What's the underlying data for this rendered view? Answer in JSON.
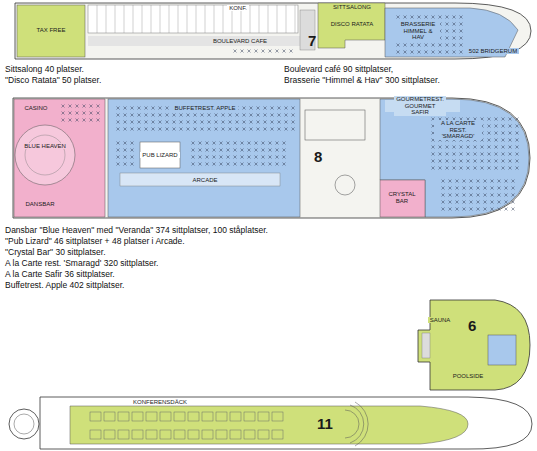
{
  "diagram": {
    "nodes": [
      {
        "text": [
          "7"
        ]
      },
      {
        "text": [
          "TAX FREE"
        ],
        "in": 0
      },
      {
        "text": [
          "KONF."
        ],
        "in": 0
      },
      {
        "text": [
          "SITTSALONG"
        ],
        "in": 0
      },
      {
        "text": [
          "DISCO RATATA"
        ],
        "in": 0
      },
      {
        "text": [
          "BOULEVARD CAFE"
        ],
        "in": 0
      },
      {
        "text": [
          "BRASSERIE HIMMEL & HAV"
        ],
        "in": 0
      },
      {
        "text": [
          "502 BRIDGERUM"
        ],
        "in": 0
      },
      {
        "text": [
          "8"
        ]
      },
      {
        "text": [
          "CASINO"
        ],
        "in": 8
      },
      {
        "text": [
          "BLUE HEAVEN"
        ],
        "in": 8
      },
      {
        "text": [
          "DANSBAR"
        ],
        "in": 8
      },
      {
        "text": [
          "BUFFETREST. APPLE"
        ],
        "in": 8
      },
      {
        "text": [
          "PUB LIZARD"
        ],
        "in": 8
      },
      {
        "text": [
          "ARCADE"
        ],
        "in": 8
      },
      {
        "text": [
          "GOURMETREST. GOURMET SAFIR"
        ],
        "in": 8
      },
      {
        "text": [
          "A LA CARTE REST. 'SMARAGD'"
        ],
        "in": 8
      },
      {
        "text": [
          "CRYSTAL BAR"
        ],
        "in": 8
      },
      {
        "text": [
          "6"
        ]
      },
      {
        "text": [
          "SAUNA"
        ],
        "in": 18
      },
      {
        "text": [
          "POOLSIDE"
        ],
        "in": 18
      },
      {
        "text": [
          "11"
        ]
      },
      {
        "text": [
          "KONFERENSDÄCK"
        ],
        "in": 21
      }
    ],
    "labels": [
      "Sittsalong 40 platser.",
      "\"Disco Ratata\" 50 platser.",
      "Boulevard café 90 sittplatser,",
      "Brasserie \"Himmel & Hav\" 300 sittplatser.",
      "Dansbar \"Blue Heaven\" med \"Veranda\" 374 sittplatser, 100 ståplatser.",
      "\"Pub Lizard\" 46 sittplatser + 48 platser i Arcade.",
      "\"Crystal Bar\" 30 sittplatser.",
      "A la Carte rest. 'Smaragd' 320 sittplatser.",
      "A la Carte Safir 36 sittplatser.",
      "Buffetrest. Apple 402 sittplatser."
    ]
  }
}
